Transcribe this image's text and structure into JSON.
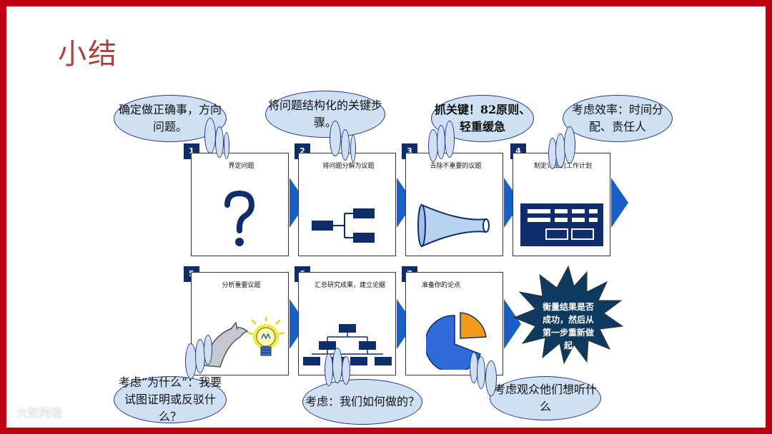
{
  "slide": {
    "title": "小结",
    "watermark": "大数跨境"
  },
  "steps": [
    {
      "num": "1",
      "label": "界定问题",
      "icon": "question-mark-icon"
    },
    {
      "num": "2",
      "label": "将问题分解为议题",
      "icon": "issue-tree-icon"
    },
    {
      "num": "3",
      "label": "去除不重要的议题",
      "icon": "funnel-icon"
    },
    {
      "num": "4",
      "label": "制定详细的工作计划",
      "icon": "workplan-table-icon"
    },
    {
      "num": "5",
      "label": "分析重要议题",
      "icon": "dolphin-and-lightbulb-icon"
    },
    {
      "num": "6",
      "label": "汇总研究成果，建立论据",
      "icon": "org-chart-icon"
    },
    {
      "num": "7",
      "label": "准备你的论点",
      "icon": "pie-chart-icon"
    }
  ],
  "starburst": {
    "text": "衡量结果是否成功，然后从第一步重新做起"
  },
  "bubbles": [
    {
      "id": "do-right-things",
      "text": "确定做正确事，方向问题。"
    },
    {
      "id": "structure-steps",
      "text": "将问题结构化的关键步骤。"
    },
    {
      "id": "key-points",
      "text": "抓关键！82原则、轻重缓急"
    },
    {
      "id": "efficiency",
      "text": "考虑效率：时间分配、责任人"
    },
    {
      "id": "why",
      "text": "考虑“为什么”：我要试图证明或反驳什么？"
    },
    {
      "id": "how",
      "text": "考虑：我们如何做的？"
    },
    {
      "id": "audience",
      "text": "考虑观众他们想听什么"
    }
  ],
  "colors": {
    "frame": "#c0000f",
    "title": "#b04040",
    "navy": "#0f2d6b",
    "arrow_blue": "#1a5fc8",
    "bubble_fill": "#cfe0f3",
    "pie_orange": "#f39a1a",
    "pie_blue": "#2f6ad8"
  }
}
